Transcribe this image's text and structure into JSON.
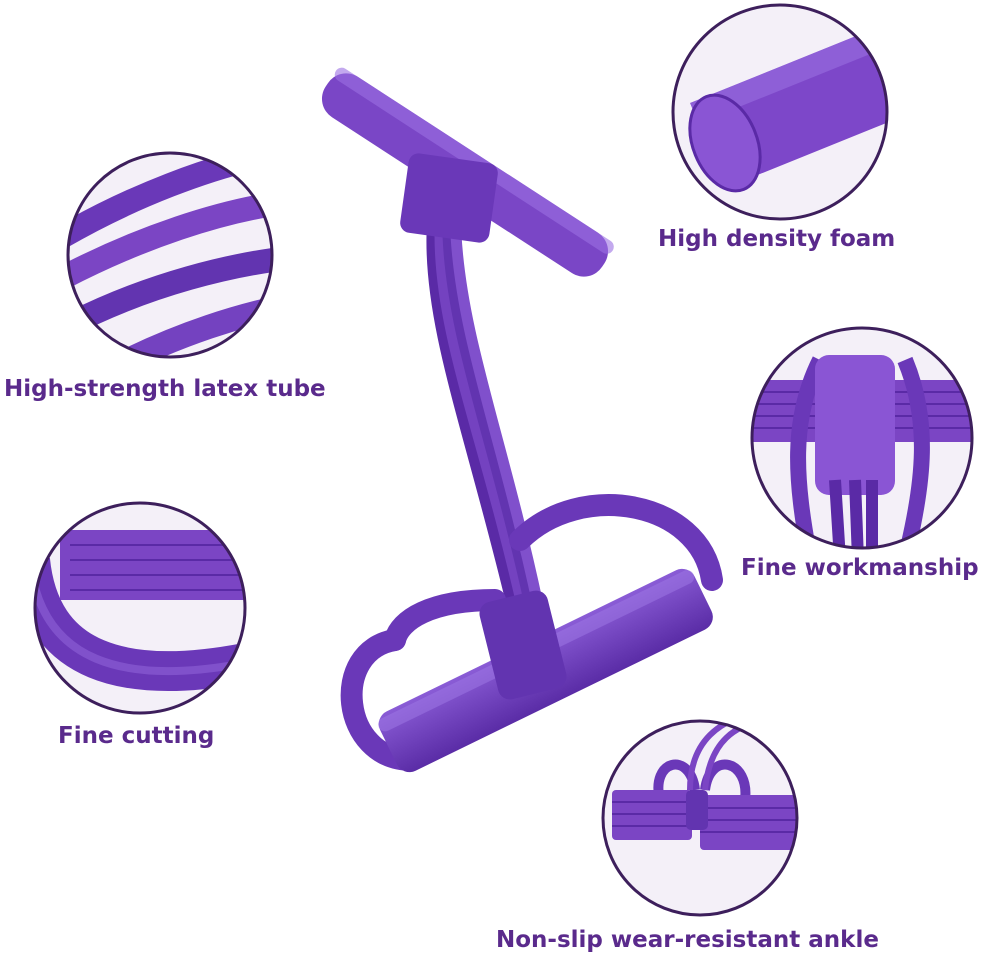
{
  "colors": {
    "accent": "#5a2a8c",
    "product_main": "#7b45c4",
    "product_dark": "#4b2390",
    "product_light": "#9a6ee0",
    "circle_border": "#3d1f5c",
    "background": "#ffffff"
  },
  "features": [
    {
      "id": "foam",
      "label": "High density foam"
    },
    {
      "id": "latex",
      "label": "High-strength latex tube"
    },
    {
      "id": "workmanship",
      "label": "Fine workmanship"
    },
    {
      "id": "cutting",
      "label": "Fine cutting"
    },
    {
      "id": "ankle",
      "label": "Non-slip wear-resistant ankle"
    }
  ]
}
